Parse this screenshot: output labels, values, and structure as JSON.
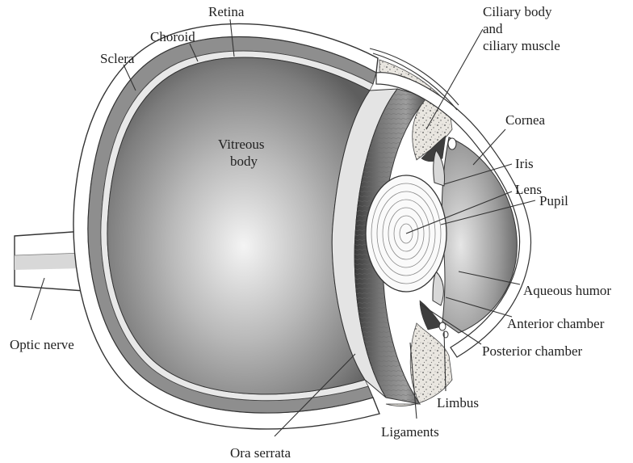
{
  "labels": {
    "retina": "Retina",
    "choroid": "Choroid",
    "sclera": "Sclera",
    "ciliary_1": "Ciliary body",
    "ciliary_2": "and",
    "ciliary_3": "ciliary muscle",
    "cornea": "Cornea",
    "vitreous_1": "Vitreous",
    "vitreous_2": "body",
    "iris": "Iris",
    "lens": "Lens",
    "pupil": "Pupil",
    "aqueous": "Aqueous humor",
    "anterior": "Anterior chamber",
    "posterior": "Posterior chamber",
    "optic": "Optic nerve",
    "limbus": "Limbus",
    "ligaments": "Ligaments",
    "ora": "Ora serrata"
  }
}
